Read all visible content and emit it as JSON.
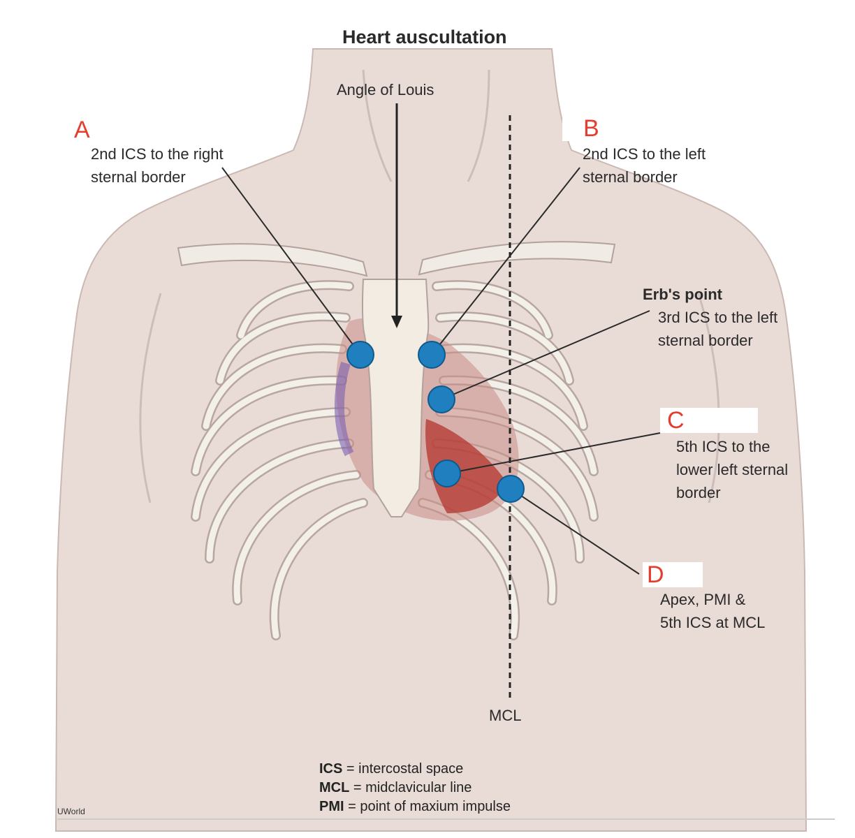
{
  "title": "Heart auscultation",
  "angle_label": "Angle of Louis",
  "mcl_label": "MCL",
  "sites": {
    "A": {
      "letter": "A",
      "line1": "2nd ICS to the right",
      "line2": "sternal border"
    },
    "B": {
      "letter": "B",
      "line1": "2nd ICS to the left",
      "line2": "sternal border"
    },
    "erb": {
      "title": "Erb's point",
      "line1": "3rd ICS to the left",
      "line2": "sternal border"
    },
    "C": {
      "letter": "C",
      "line1": "5th ICS to the",
      "line2": "lower left sternal",
      "line3": "border"
    },
    "D": {
      "letter": "D",
      "line1": "Apex, PMI &",
      "line2": "5th ICS at MCL"
    }
  },
  "legend": [
    {
      "abbr": "ICS",
      "def": " = intercostal space"
    },
    {
      "abbr": "MCL",
      "def": " = midclavicular line"
    },
    {
      "abbr": "PMI",
      "def": " = point of maxium impulse"
    }
  ],
  "source": "UWorld",
  "colors": {
    "skin": "#e8ddd8",
    "bone": "#f0ebe4",
    "marker": "#1f7fbf",
    "letter": "#e43d2f"
  }
}
